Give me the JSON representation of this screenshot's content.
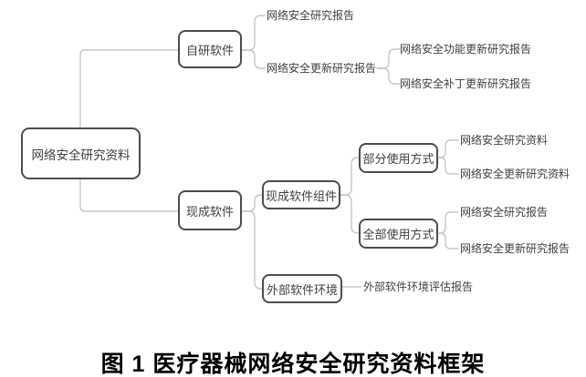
{
  "diagram": {
    "root_label": "网络安全研究资料",
    "nodes": {
      "self_dev": "自研软件",
      "ready_made": "现成软件",
      "component": "现成软件组件",
      "external_env": "外部软件环境",
      "partial_use": "部分使用方式",
      "full_use": "全部使用方式"
    },
    "leaves": {
      "self_report": "网络安全研究报告",
      "self_update_report": "网络安全更新研究报告",
      "func_update_report": "网络安全功能更新研究报告",
      "patch_update_report": "网络安全补丁更新研究报告",
      "partial_material": "网络安全研究资料",
      "partial_update_material": "网络安全更新研究资料",
      "full_report": "网络安全研究报告",
      "full_update_report": "网络安全更新研究报告",
      "env_eval_report": "外部软件环境评估报告"
    },
    "caption": "图 1 医疗器械网络安全研究资料框架",
    "colors": {
      "background": "#ffffff",
      "node_border": "#4a4d50",
      "node_text": "#3c4045",
      "connector_line": "#c6c8ca",
      "caption_text": "#000000"
    }
  }
}
